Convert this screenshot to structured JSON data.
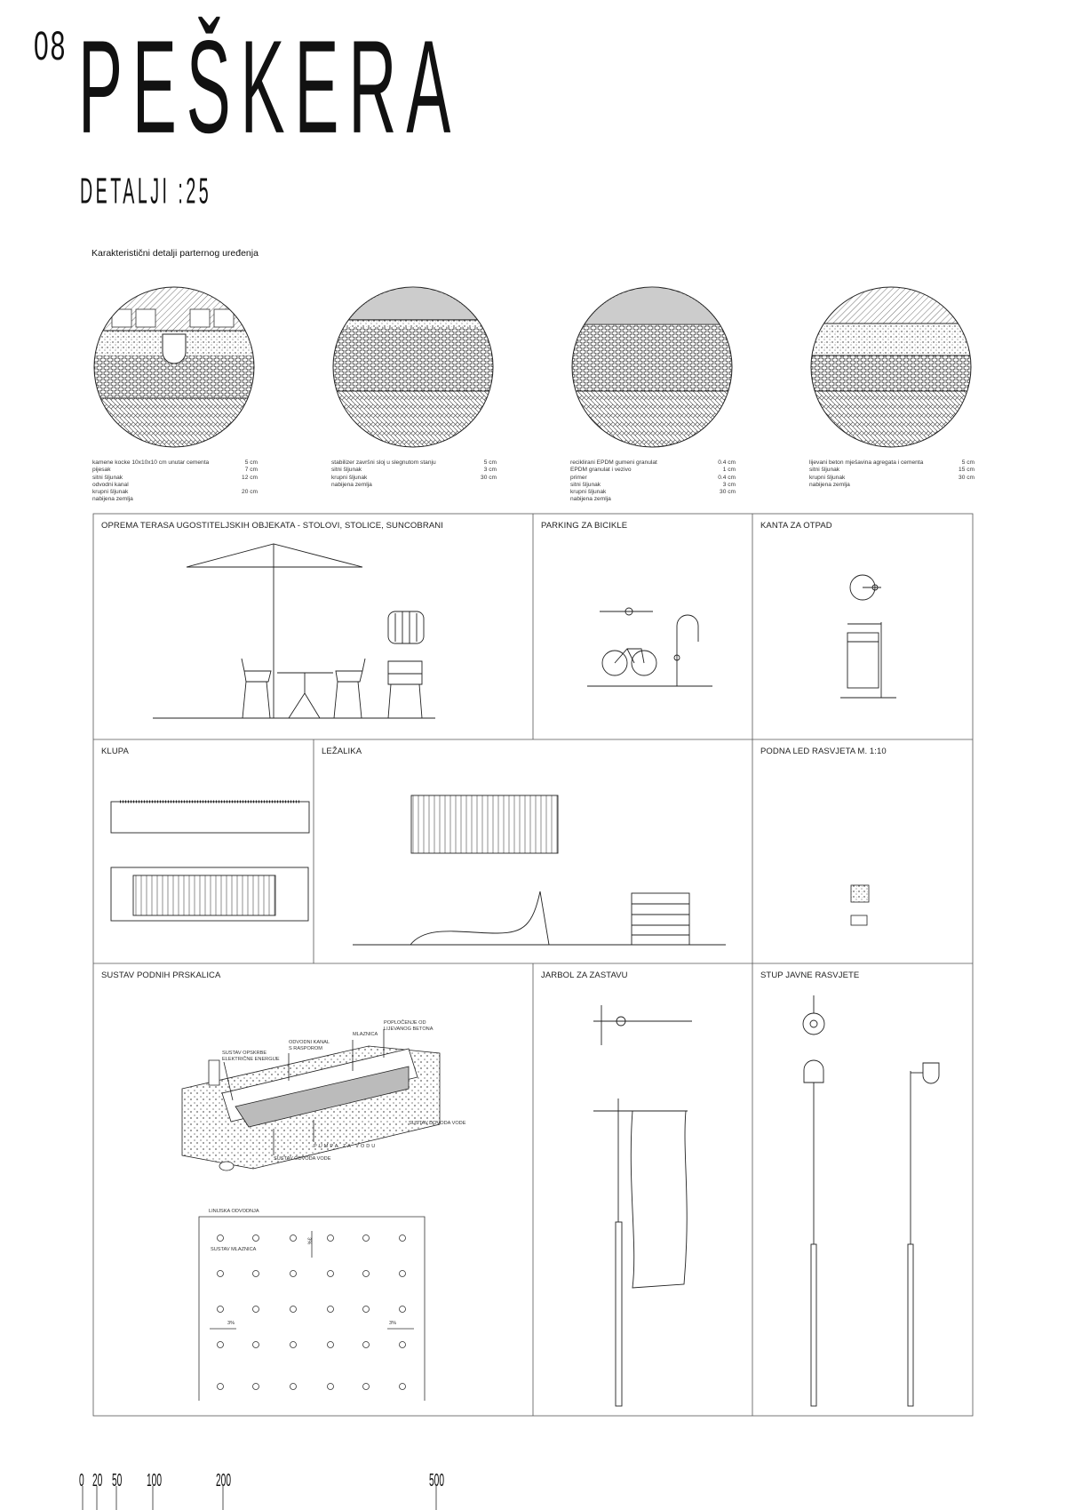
{
  "header": {
    "number": "08",
    "title": "PEŠKERA",
    "subtitle": "DETALJI :25"
  },
  "intro": "Karakteristični detalji parternog uređenja",
  "details": [
    {
      "layers": [
        [
          "kamene kocke 10x10x10 cm unutar cementa",
          "5 cm"
        ],
        [
          "pijesak",
          "7 cm"
        ],
        [
          "sitni šljunak",
          "12 cm"
        ],
        [
          "odvodni kanal",
          ""
        ],
        [
          "krupni šljunak",
          "20 cm"
        ],
        [
          "nabijena zemlja",
          ""
        ]
      ]
    },
    {
      "layers": [
        [
          "stabilizer završni sloj u slegnutom stanju",
          "5 cm"
        ],
        [
          "sitni šljunak",
          "3 cm"
        ],
        [
          "krupni šljunak",
          "30 cm"
        ],
        [
          "nabijena zemlja",
          ""
        ]
      ]
    },
    {
      "layers": [
        [
          "reciklirani EPDM gumeni granulat",
          "0.4 cm"
        ],
        [
          "EPDM granulat i vezivo",
          "1 cm"
        ],
        [
          "primer",
          "0.4 cm"
        ],
        [
          "sitni šljunak",
          "3 cm"
        ],
        [
          "krupni šljunak",
          "30 cm"
        ],
        [
          "nabijena zemlja",
          ""
        ]
      ]
    },
    {
      "layers": [
        [
          "lijevani beton mješavina agregata i cementa",
          "5 cm"
        ],
        [
          "sitni šljunak",
          "15 cm"
        ],
        [
          "krupni šljunak",
          "30 cm"
        ],
        [
          "nabijena zemlja",
          ""
        ]
      ]
    }
  ],
  "panels": {
    "terrace": "OPREMA TERASA UGOSTITELJSKIH OBJEKATA - STOLOVI, STOLICE, SUNCOBRANI",
    "bike": "PARKING ZA BICIKLE",
    "bin": "KANTA ZA OTPAD",
    "bench": "KLUPA",
    "lounger": "LEŽALIKA",
    "led": "PODNA LED RASVJETA M. 1:10",
    "sprinkler": "SUSTAV PODNIH PRSKALICA",
    "flag": "JARBOL ZA ZASTAVU",
    "lamp": "STUP JAVNE RASVJETE"
  },
  "sprinkler_labels": {
    "power_1": "SUSTAV OPSKRBE",
    "power_2": "ELEKTRIČNE ENERGIJE",
    "channel_1": "ODVODNI KANAL",
    "channel_2": "S RASPOROM",
    "nozzle": "MLAZNICA",
    "paving_1": "POPLOČENJE OD",
    "paving_2": "LIJEVANOG BETONA",
    "supply": "SUSTAV DOVODA VODE",
    "pump": "PUMPA ZA VODU",
    "drain": "SUSTAV ODVODA VODE",
    "linear": "LINIJSKA ODVODNJA",
    "nozzles": "SUSTAV MLAZNICA",
    "slope": "3%"
  },
  "scale_bar": [
    "0",
    "20",
    "50",
    "100",
    "200",
    "500"
  ]
}
